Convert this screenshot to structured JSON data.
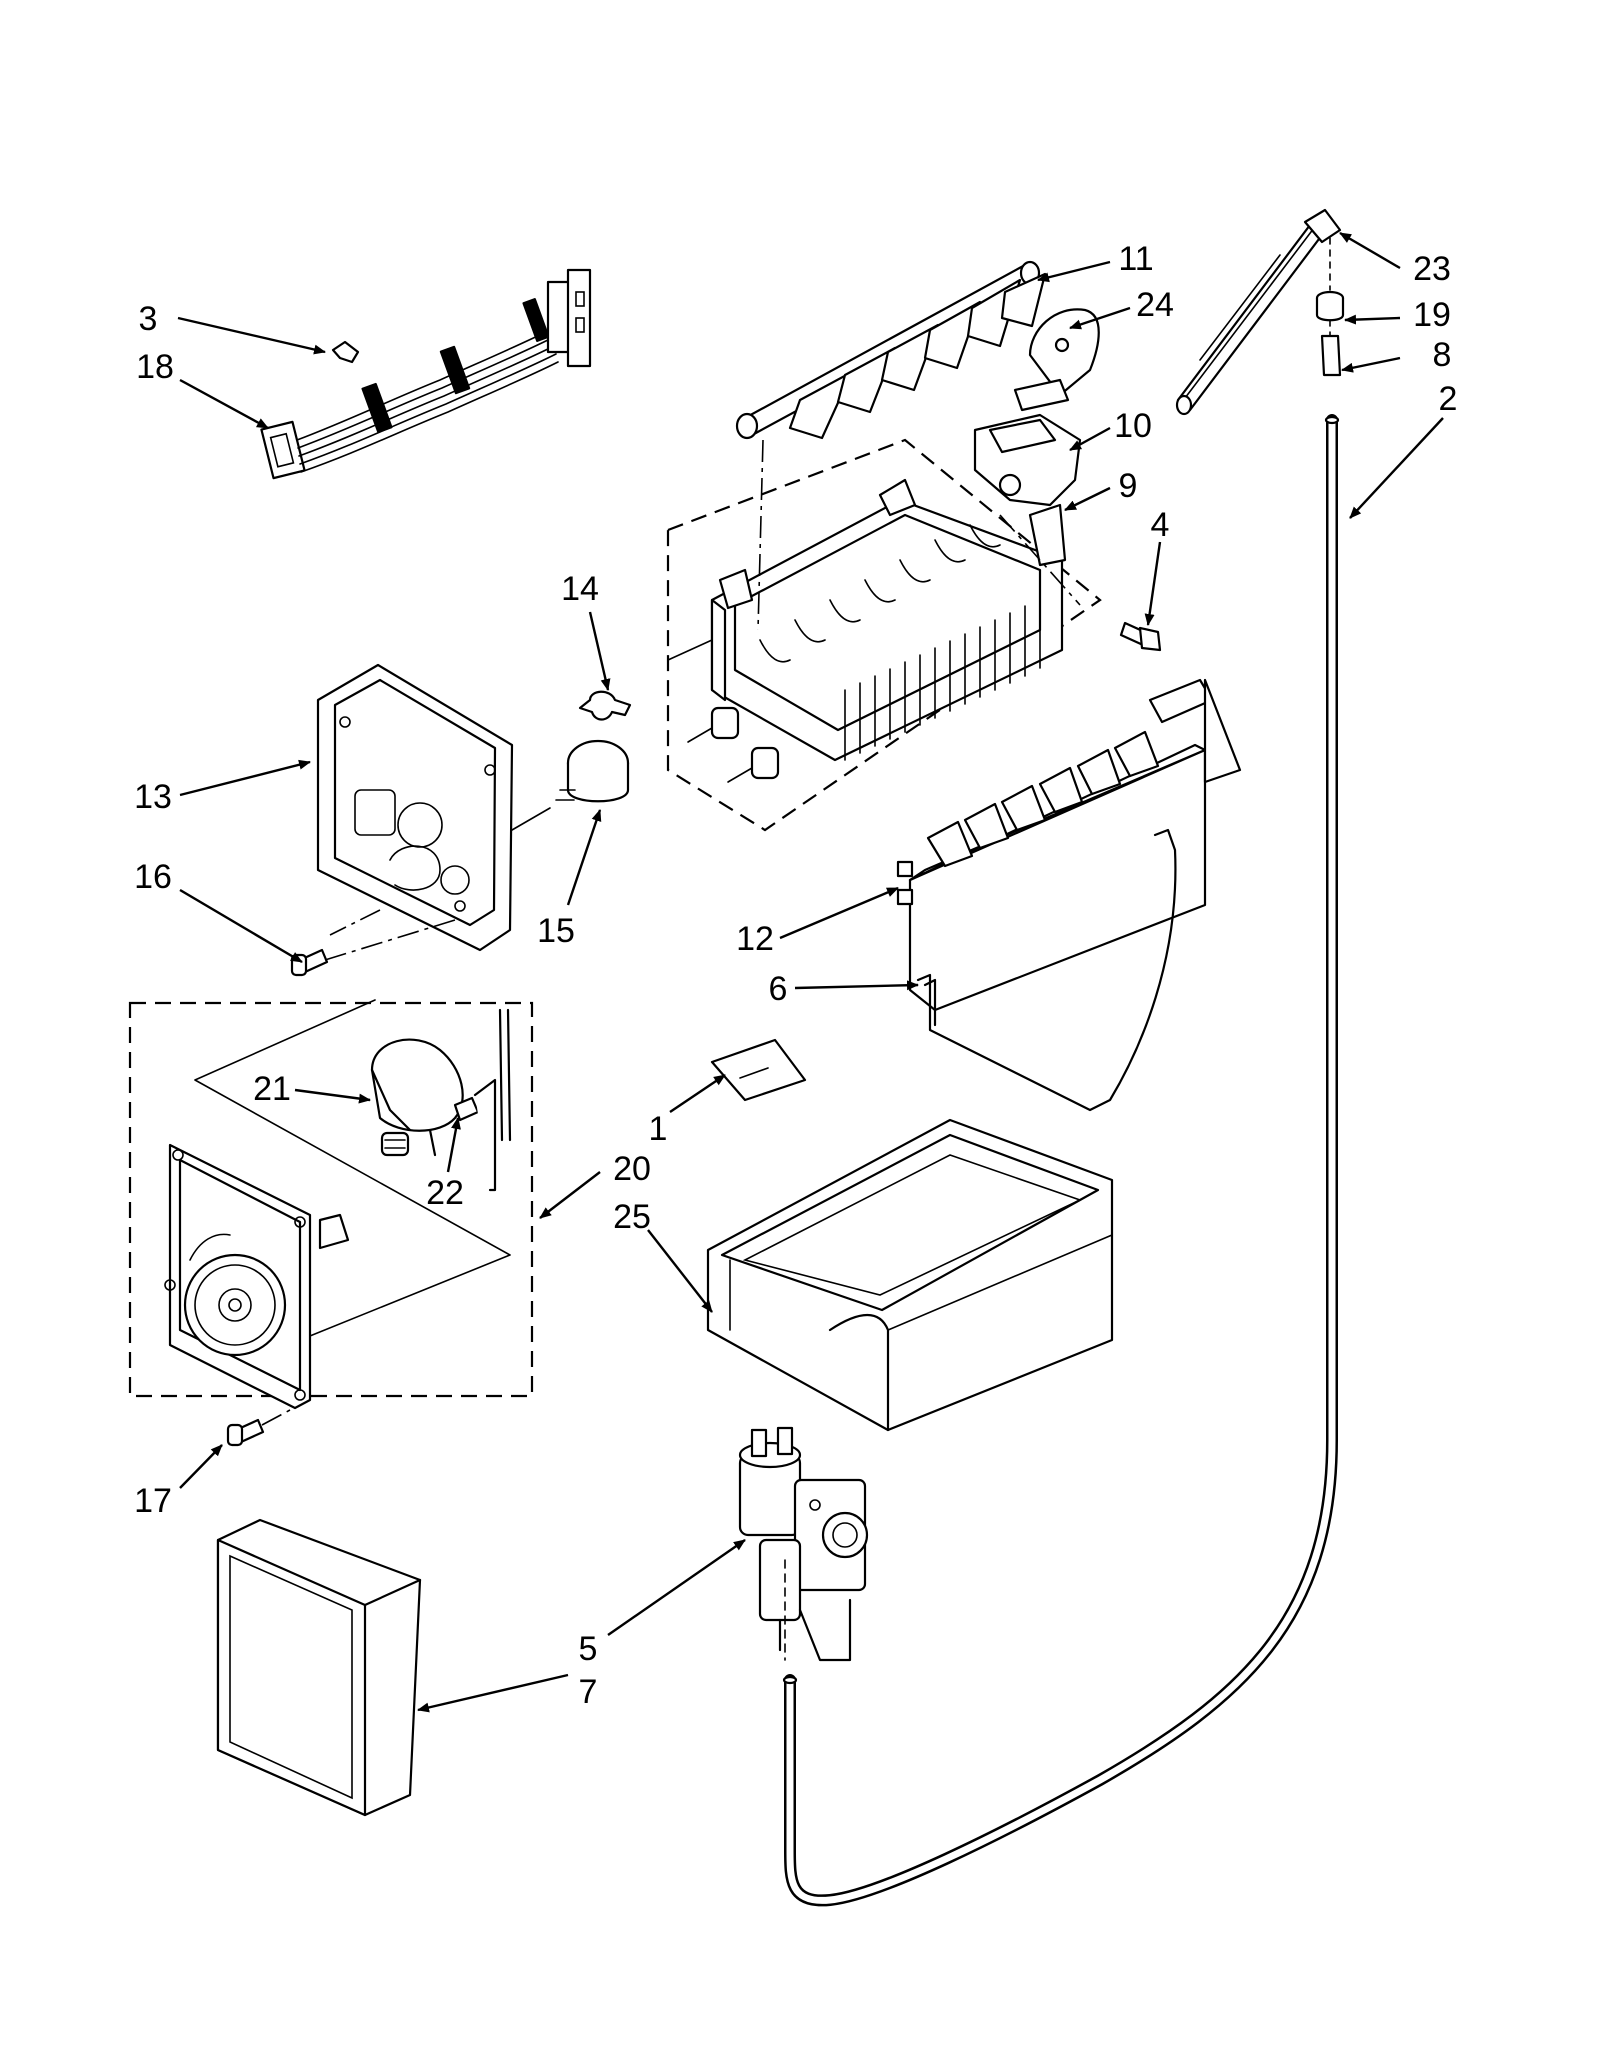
{
  "palette": {
    "line": "#000000",
    "background": "#ffffff",
    "fill": "#ffffff",
    "shade": "#d9d9d9"
  },
  "callouts": [
    "1",
    "2",
    "3",
    "4",
    "5",
    "6",
    "7",
    "8",
    "9",
    "10",
    "11",
    "12",
    "13",
    "14",
    "15",
    "16",
    "17",
    "18",
    "19",
    "20",
    "21",
    "22",
    "23",
    "24",
    "25"
  ]
}
